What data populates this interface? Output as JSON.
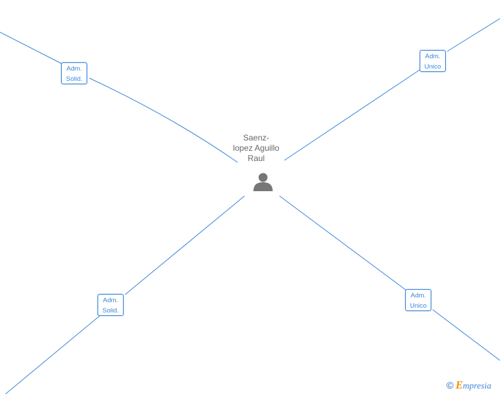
{
  "center_person": {
    "name_lines": [
      "Saenz-",
      "lopez Aguillo",
      "Raul"
    ],
    "icon": "person-icon"
  },
  "roles": [
    {
      "id": "top-left",
      "line1": "Adm.",
      "line2": "Solid."
    },
    {
      "id": "top-right",
      "line1": "Adm.",
      "line2": "Unico"
    },
    {
      "id": "bottom-left",
      "line1": "Adm.",
      "line2": "Solid."
    },
    {
      "id": "bottom-right",
      "line1": "Adm.",
      "line2": "Unico"
    }
  ],
  "footer": {
    "copyright_symbol": "©",
    "brand_first_letter": "E",
    "brand_rest": "mpresia"
  },
  "colors": {
    "edge": "#3b86d9",
    "box_border": "#3b86d9",
    "label_text": "#666666",
    "icon": "#777777",
    "brand_accent": "#f39200"
  }
}
